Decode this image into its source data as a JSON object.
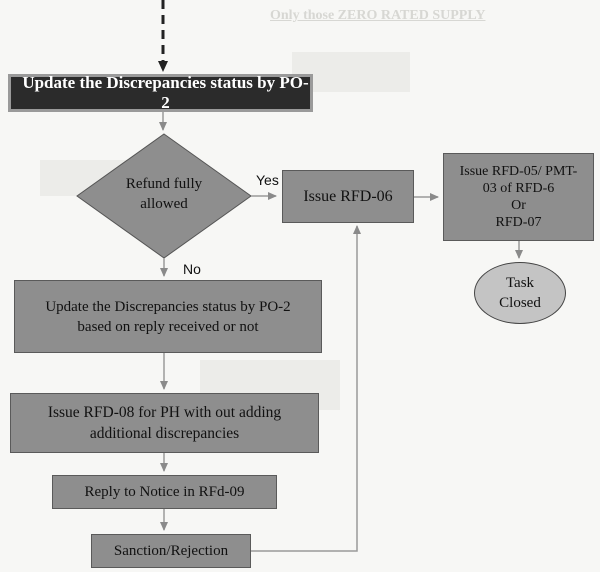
{
  "nodes": {
    "update_status_header": "Update the Discrepancies status by PO-2",
    "refund_decision": [
      "Refund fully",
      "allowed"
    ],
    "issue_rfd06": "Issue RFD-06",
    "issue_rfd05": [
      "Issue RFD-05/ PMT-",
      "03 of RFD-6",
      "Or",
      "RFD-07"
    ],
    "task_closed": [
      "Task",
      "Closed"
    ],
    "update_status_reply": [
      "Update the Discrepancies status by PO-2",
      "based on reply received or not"
    ],
    "issue_rfd08": [
      "Issue RFD-08 for PH with out adding",
      "additional discrepancies"
    ],
    "reply_rfd09": "Reply to Notice in  RFd-09",
    "sanction": "Sanction/Rejection"
  },
  "edge_labels": {
    "yes": "Yes",
    "no": "No"
  },
  "background_bleed": "Only those ZERO RATED SUPPLY"
}
